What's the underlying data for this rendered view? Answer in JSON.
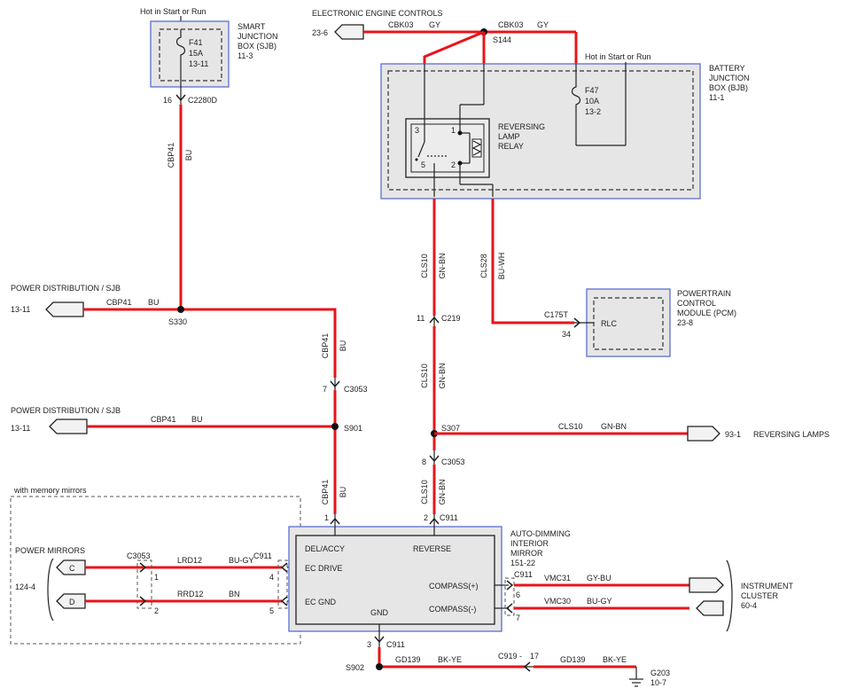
{
  "sjb": {
    "hot_label": "Hot in Start or Run",
    "title1": "SMART",
    "title2": "JUNCTION",
    "title3": "BOX (SJB)",
    "ref": "11-3",
    "fuse_id": "F41",
    "fuse_amp": "15A",
    "fuse_ref": "13-11",
    "pin": "16",
    "connector": "C2280D"
  },
  "eec": {
    "title": "ELECTRONIC ENGINE CONTROLS",
    "ref": "23-6",
    "circuit_left": "CBK03",
    "color_left": "GY",
    "circuit_right": "CBK03",
    "color_right": "GY",
    "splice": "S144"
  },
  "bjb": {
    "hot_label": "Hot in Start or Run",
    "title1": "BATTERY",
    "title2": "JUNCTION",
    "title3": "BOX (BJB)",
    "ref": "11-1",
    "fuse_id": "F47",
    "fuse_amp": "10A",
    "fuse_ref": "13-2"
  },
  "relay": {
    "line1": "REVERSING",
    "line2": "LAMP",
    "line3": "RELAY",
    "pin1": "1",
    "pin2": "2",
    "pin3": "3",
    "pin5": "5"
  },
  "wires": {
    "cbp41_vert_circuit": "CBP41",
    "cbp41_vert_color": "BU",
    "cls10_upper_circuit": "CLS10",
    "cls10_upper_color": "GN-BN",
    "cls28_circuit": "CLS28",
    "cls28_color": "BU-WH",
    "cbp41_mid_circuit": "CBP41",
    "cbp41_mid_color": "BU",
    "cls10_mid_circuit": "CLS10",
    "cls10_mid_color": "GN-BN",
    "cbp41_low_circuit": "CBP41",
    "cbp41_low_color": "BU",
    "cls10_low_circuit": "CLS10",
    "cls10_low_color": "GN-BN"
  },
  "pd1": {
    "title": "POWER DISTRIBUTION / SJB",
    "ref": "13-11",
    "circuit": "CBP41",
    "color": "BU",
    "splice": "S330"
  },
  "pd2": {
    "title": "POWER DISTRIBUTION / SJB",
    "ref": "13-11",
    "circuit": "CBP41",
    "color": "BU",
    "splice": "S901"
  },
  "pcm": {
    "title1": "POWERTRAIN",
    "title2": "CONTROL",
    "title3": "MODULE (PCM)",
    "ref": "23-8",
    "pin_label": "RLC",
    "connector": "C175T",
    "pin": "34"
  },
  "c219": {
    "pin": "11",
    "connector": "C219"
  },
  "c3053_a": {
    "pin": "7",
    "connector": "C3053"
  },
  "c3053_b": {
    "pin": "8",
    "connector": "C3053"
  },
  "rev_lamps": {
    "splice": "S307",
    "circuit": "CLS10",
    "color": "GN-BN",
    "ref": "93-1",
    "label": "REVERSING LAMPS"
  },
  "memory_label": "with memory mirrors",
  "power_mirrors": {
    "title": "POWER MIRRORS",
    "ref": "124-4",
    "conn_c": "C",
    "conn_d": "D",
    "connector": "C3053",
    "pin1": "1",
    "pin2": "2",
    "lrd_circuit": "LRD12",
    "lrd_color": "BU-GY",
    "rrd_circuit": "RRD12",
    "rrd_color": "BN",
    "c911": "C911",
    "pin4": "4",
    "pin5": "5"
  },
  "mirror": {
    "title1": "AUTO-DIMMING",
    "title2": "INTERIOR",
    "title3": "MIRROR",
    "ref": "151-22",
    "del_accy": "DEL/ACCY",
    "reverse": "REVERSE",
    "ec_drive": "EC DRIVE",
    "ec_gnd": "EC GND",
    "gnd": "GND",
    "compass_pos": "COMPASS(+)",
    "compass_neg": "COMPASS(-)",
    "pin1": "1",
    "pin2": "2",
    "c911_1": "C911",
    "c911_2": "C911"
  },
  "cluster": {
    "c911": "C911",
    "pin6": "6",
    "pin7": "7",
    "vmc31": "VMC31",
    "vmc31_color": "GY-BU",
    "vmc30": "VMC30",
    "vmc30_color": "BU-GY",
    "title1": "INSTRUMENT",
    "title2": "CLUSTER",
    "ref": "60-4"
  },
  "ground": {
    "pin": "3",
    "connector": "C911",
    "splice": "S902",
    "circuit1": "GD139",
    "color1": "BK-YE",
    "c919": "C919 -",
    "pin17": "17",
    "circuit2": "GD139",
    "color2": "BK-YE",
    "g": "G203",
    "ref": "10-7"
  }
}
